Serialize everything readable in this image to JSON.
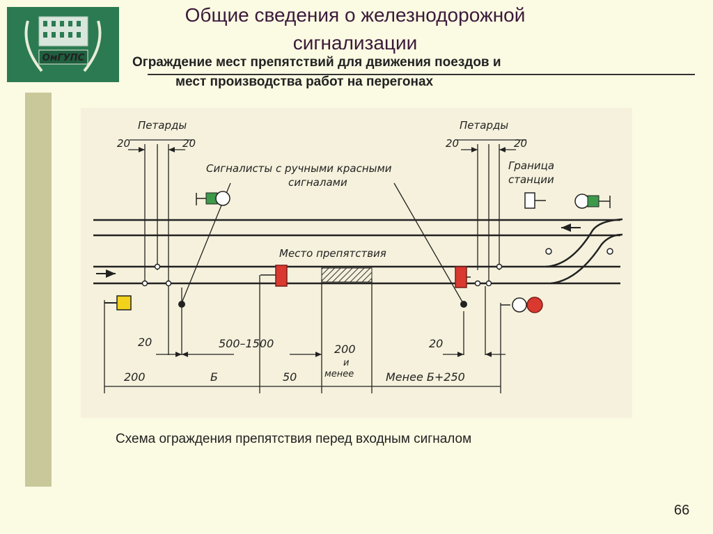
{
  "slide": {
    "title": "Общие сведения о железнодорожной сигнализации",
    "subtitle_line1": "Ограждение мест препятствий для движения поездов и",
    "subtitle_line2": "мест производства работ на перегонах",
    "caption": "Схема ограждения препятствия перед входным сигналом",
    "page_number": "66",
    "logo_text": "ОмГУПС"
  },
  "diagram": {
    "petards_left": "Петарды",
    "petards_right": "Петарды",
    "signalmen_line1": "Сигналисты с ручными красными",
    "signalmen_line2": "сигналами",
    "obstacle_place": "Место препятствия",
    "station_border_line1": "Граница",
    "station_border_line2": "станции",
    "dim_20_a": "20",
    "dim_20_b": "20",
    "dim_20_c": "20",
    "dim_20_d": "20",
    "dim_20_e": "20",
    "dim_20_f": "20",
    "dim_200": "200",
    "dim_b": "Б",
    "dim_500_1500": "500–1500",
    "dim_50": "50",
    "dim_200_or_less_1": "200",
    "dim_200_or_less_2": "и",
    "dim_200_or_less_3": "менее",
    "dim_less_b_250": "Менее Б+250"
  },
  "colors": {
    "title": "#3b1a3a",
    "logo_bg": "#2c7a52",
    "side_bar": "#c9c89b",
    "signal_red": "#d9392f",
    "signal_yellow": "#f2d21b",
    "signal_green": "#3c9a4a"
  }
}
